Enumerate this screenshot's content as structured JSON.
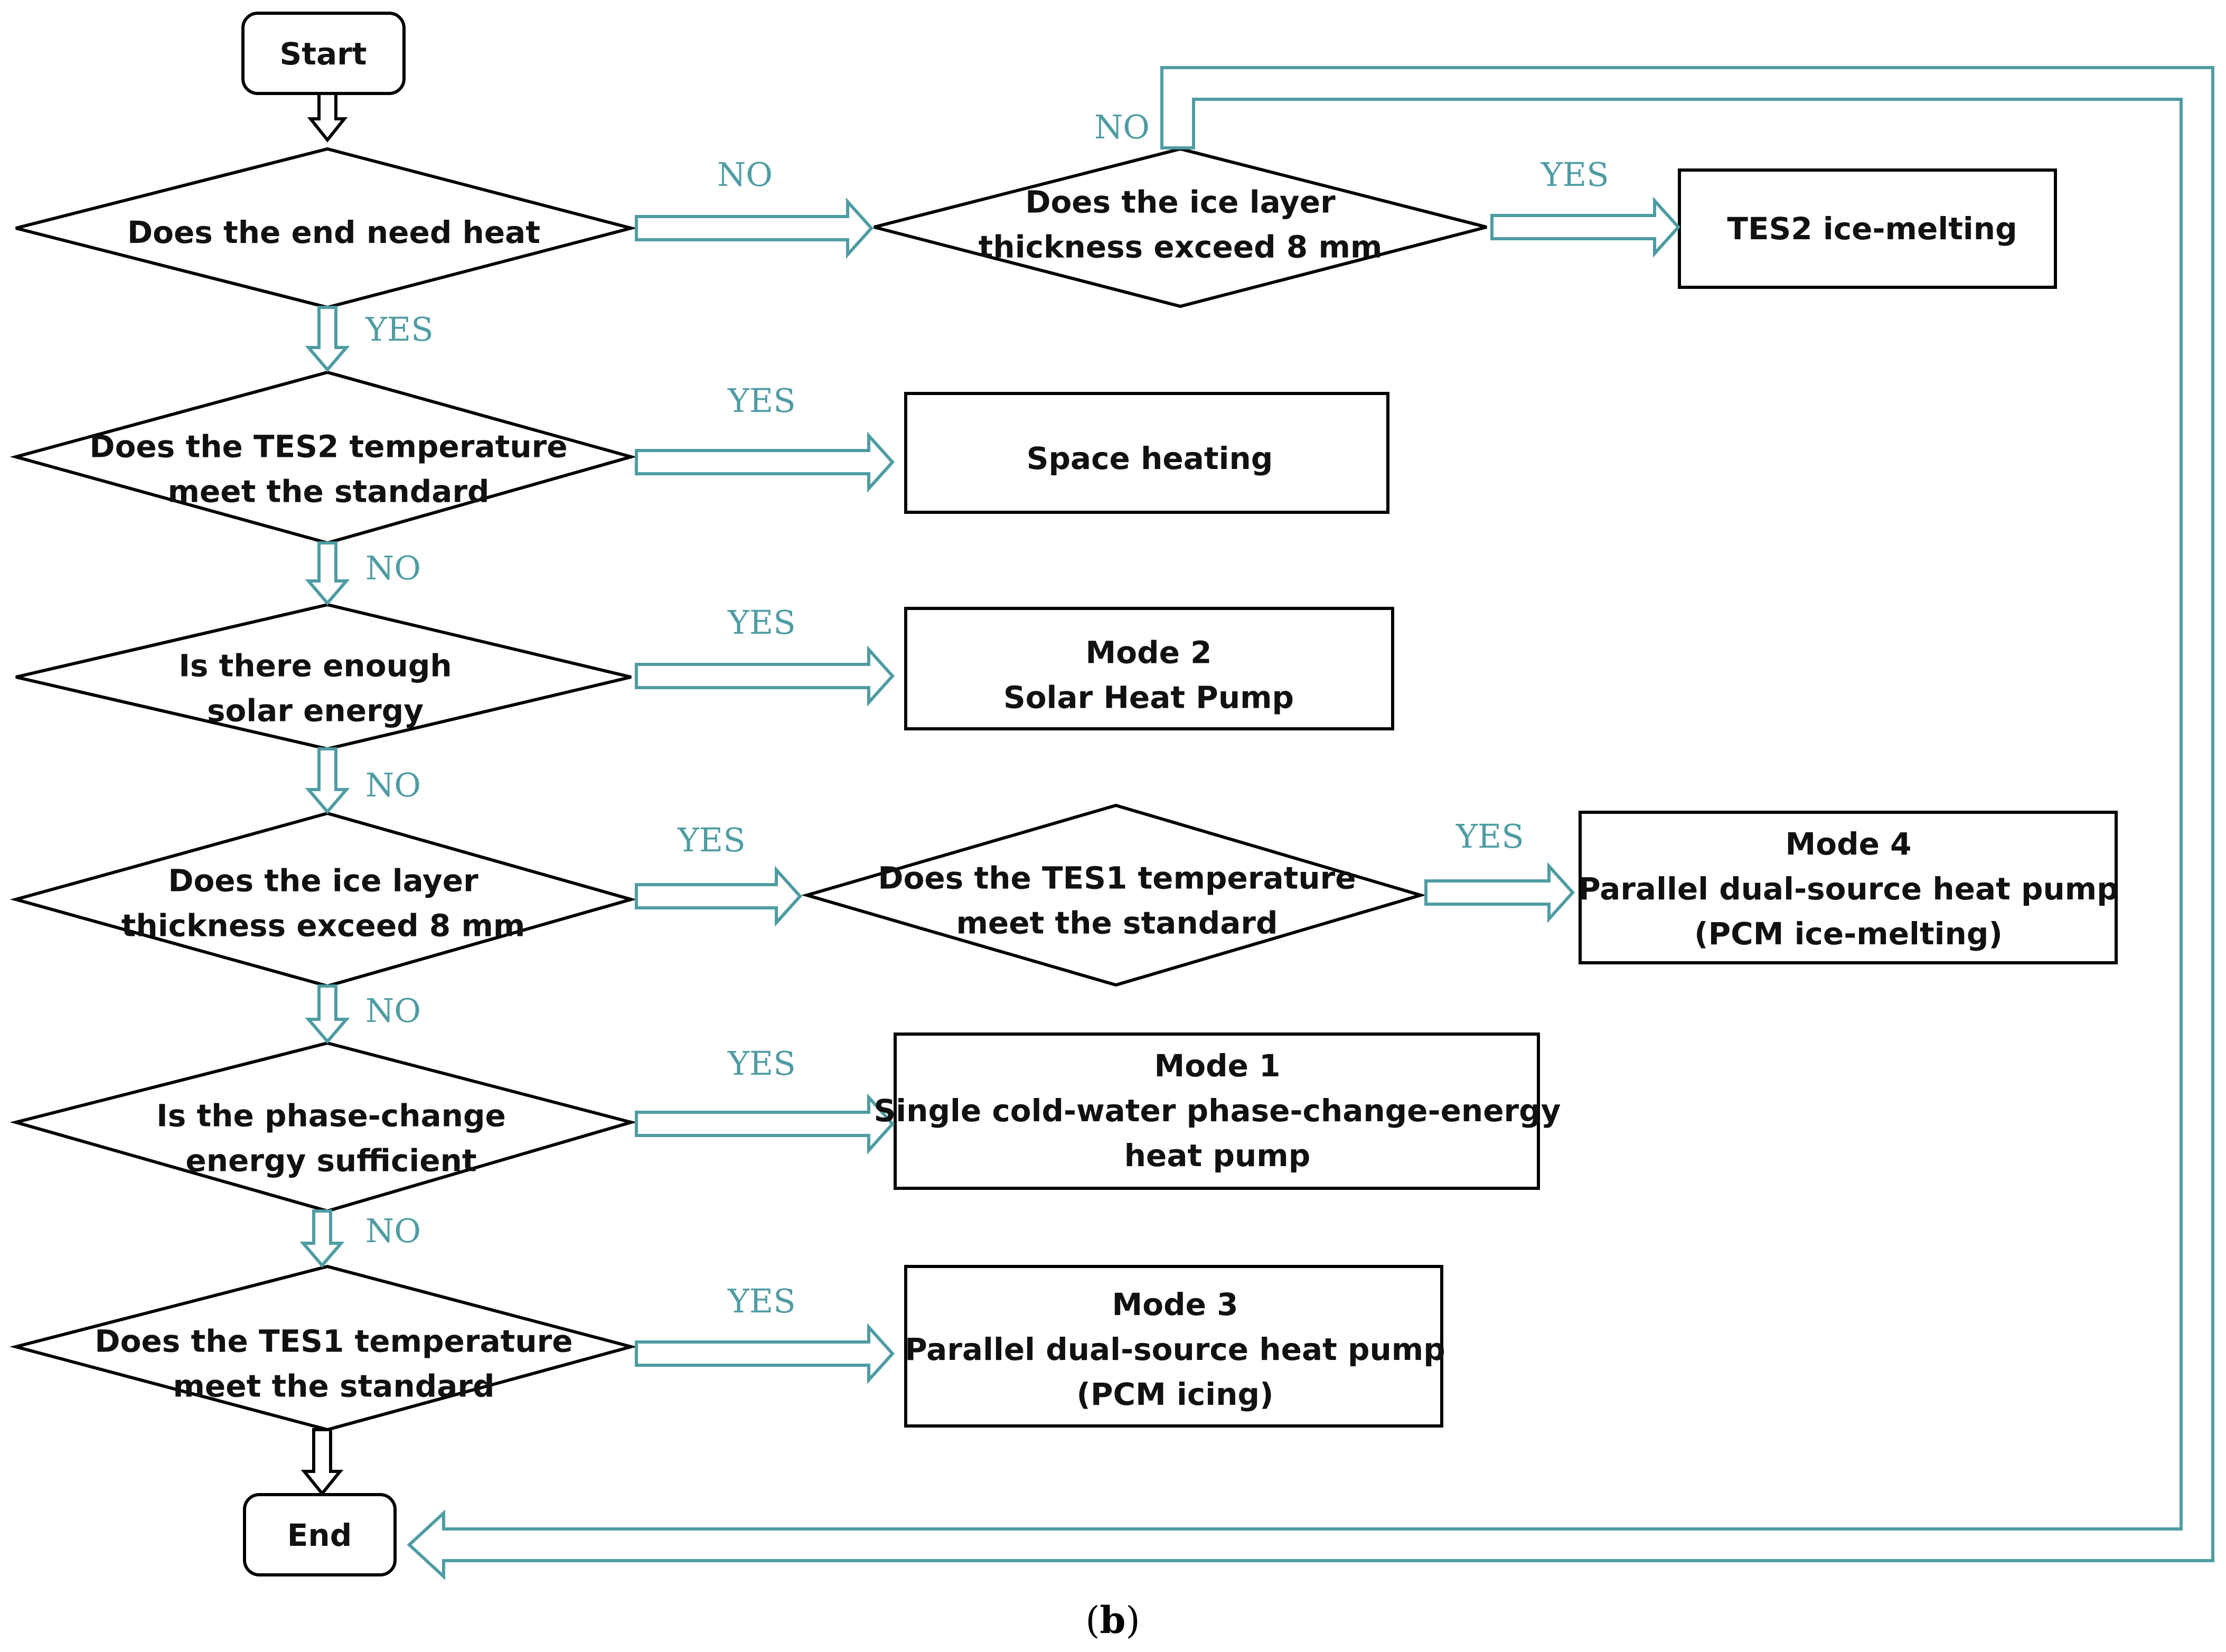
{
  "nodes": {
    "start": {
      "lines": [
        "Start"
      ]
    },
    "end": {
      "lines": [
        "End"
      ]
    },
    "d1": {
      "lines": [
        "Does the end need heat"
      ]
    },
    "d2": {
      "lines": [
        "Does the TES2 temperature",
        "meet the standard"
      ]
    },
    "d3": {
      "lines": [
        "Is there enough",
        "solar energy"
      ]
    },
    "d4": {
      "lines": [
        "Does the ice layer",
        "thickness exceed 8 mm"
      ]
    },
    "d5": {
      "lines": [
        "Is the phase-change",
        "energy sufficient"
      ]
    },
    "d6": {
      "lines": [
        "Does the TES1 temperature",
        "meet the standard"
      ]
    },
    "d7": {
      "lines": [
        "Does the ice layer",
        "thickness exceed 8 mm"
      ]
    },
    "d8": {
      "lines": [
        "Does the TES1 temperature",
        "meet the standard"
      ]
    },
    "p_tes2": {
      "lines": [
        "TES2 ice-melting"
      ]
    },
    "p_space": {
      "lines": [
        "Space heating"
      ]
    },
    "p_mode2": {
      "lines": [
        "Mode 2",
        "Solar Heat Pump"
      ]
    },
    "p_mode4": {
      "lines": [
        "Mode 4",
        "Parallel dual-source heat pump",
        "(PCM ice-melting)"
      ]
    },
    "p_mode1": {
      "lines": [
        "Mode 1",
        "Single cold-water phase-change-energy",
        "heat pump"
      ]
    },
    "p_mode3": {
      "lines": [
        "Mode 3",
        "Parallel dual-source heat pump",
        "(PCM icing)"
      ]
    }
  },
  "edge_labels": {
    "d1_yes": "YES",
    "d1_no": "NO",
    "d7_yes": "YES",
    "d7_no": "NO",
    "d2_yes": "YES",
    "d2_no": "NO",
    "d3_yes": "YES",
    "d3_no": "NO",
    "d4_yes": "YES",
    "d4_no": "NO",
    "d8_yes": "YES",
    "d5_yes": "YES",
    "d5_no": "NO",
    "d6_yes": "YES"
  },
  "caption": {
    "open": "(",
    "letter": "b",
    "close": ")"
  },
  "colors": {
    "arrow": "#4f9ca3",
    "label": "#4f9ca3",
    "stroke": "#000000"
  }
}
